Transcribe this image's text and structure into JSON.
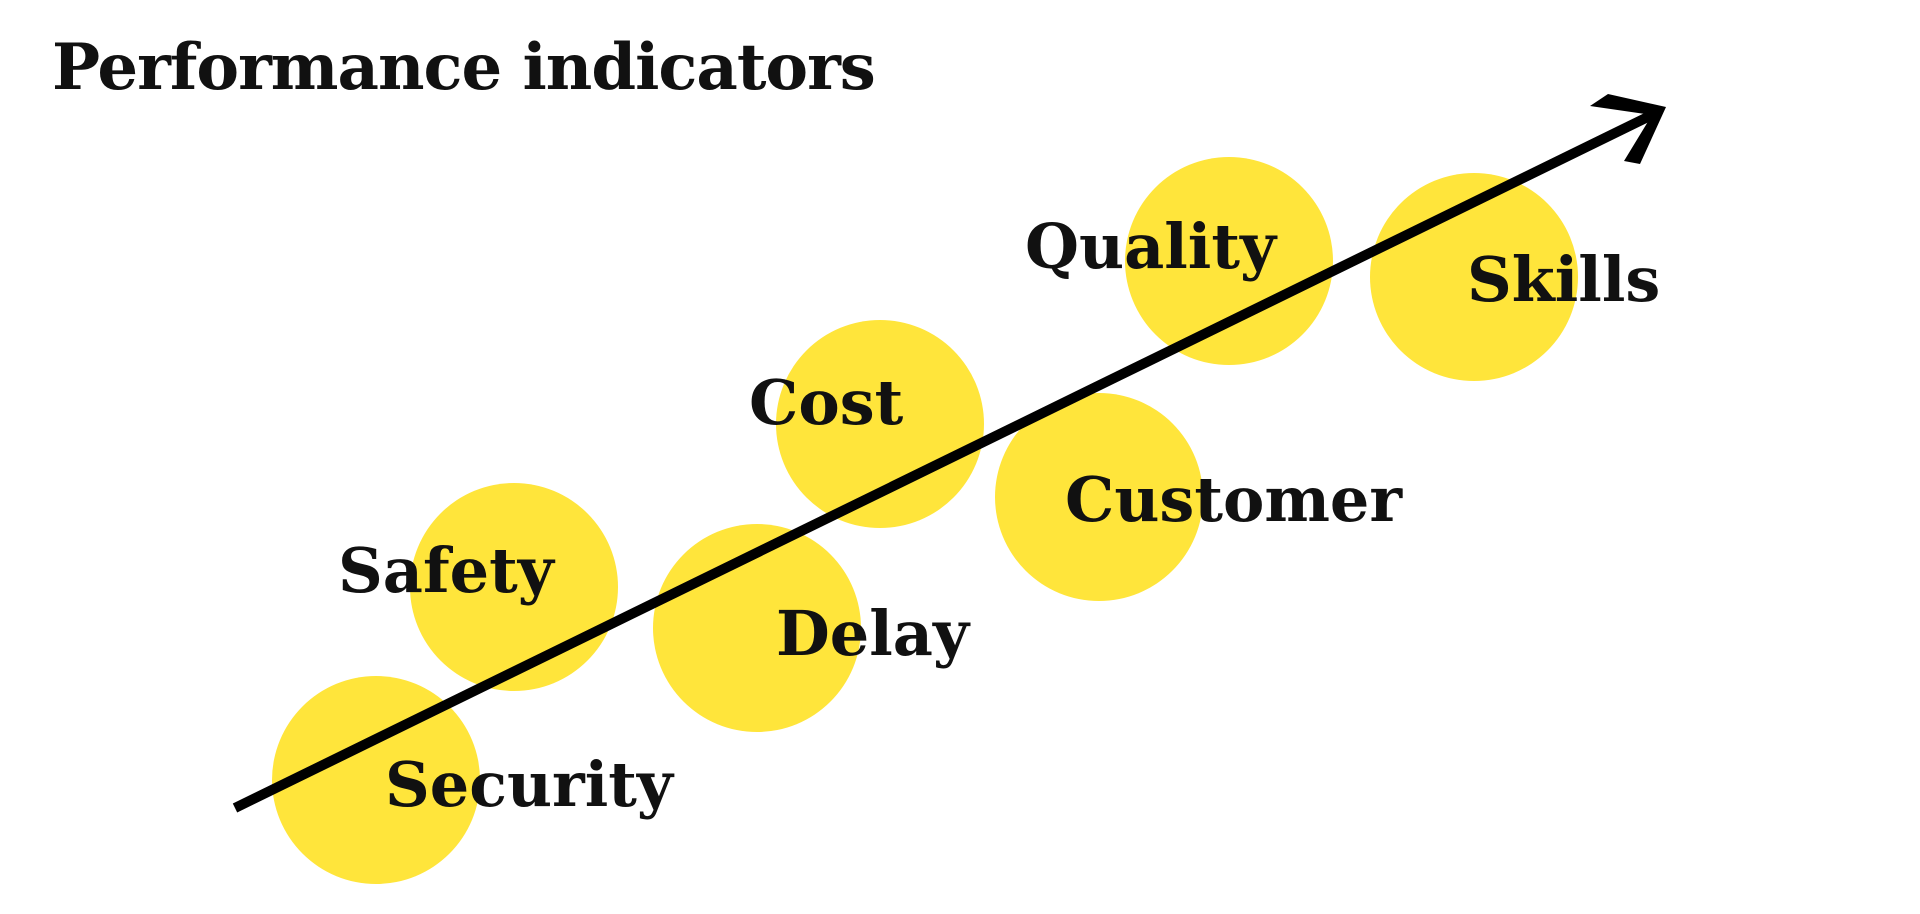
{
  "title": "Performance indicators",
  "colors": {
    "circle": "#FFE53B",
    "arrow": "#000000",
    "text": "#111111"
  },
  "indicators": [
    {
      "label": "Security"
    },
    {
      "label": "Safety"
    },
    {
      "label": "Delay"
    },
    {
      "label": "Cost"
    },
    {
      "label": "Customer"
    },
    {
      "label": "Quality"
    },
    {
      "label": "Skills"
    }
  ]
}
